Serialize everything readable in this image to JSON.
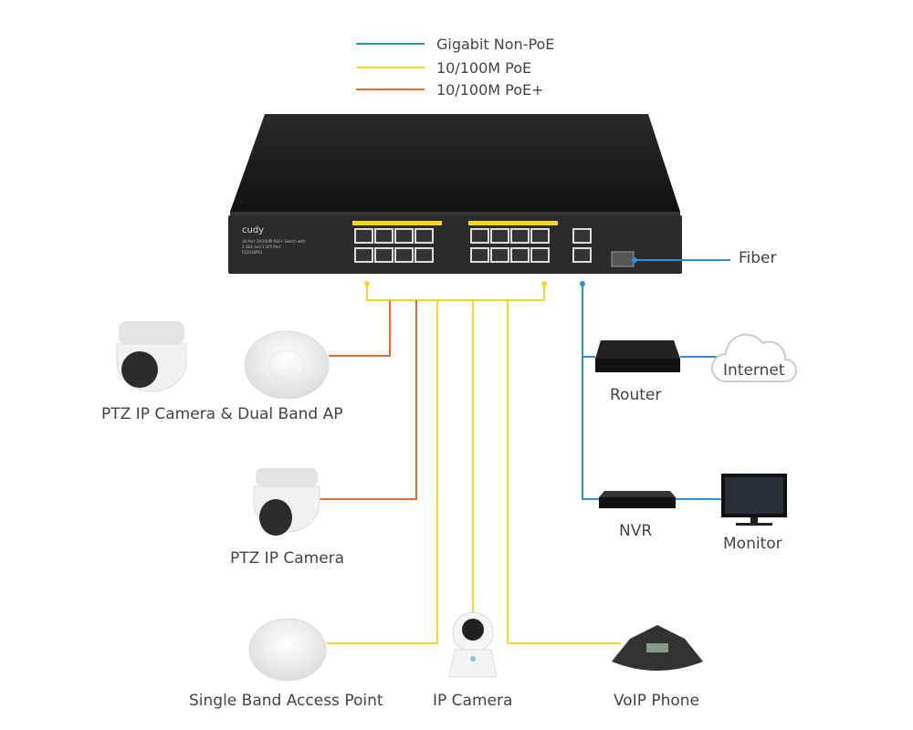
{
  "colors": {
    "gigabit_non_poe": "#2b8fe0",
    "poe": "#f6d822",
    "poe_plus": "#ee6a2b"
  },
  "legend": [
    {
      "label": "Gigabit Non-PoE",
      "color": "#2b8fe0"
    },
    {
      "label": "10/100M PoE",
      "color": "#f6d822"
    },
    {
      "label": "10/100M PoE+",
      "color": "#ee6a2b"
    }
  ],
  "switch": {
    "logo": "cudy",
    "description_line1": "16-Port 10/100M PoE+ Switch with",
    "description_line2": "2 GbE and 1 SFP Port",
    "model": "FS1018PS1"
  },
  "devices": {
    "fiber": "Fiber",
    "router": "Router",
    "internet": "Internet",
    "nvr": "NVR",
    "monitor": "Monitor",
    "ptz_ap": "PTZ IP Camera & Dual Band AP",
    "ptz": "PTZ IP Camera",
    "single_ap": "Single Band Access Point",
    "ip_camera": "IP Camera",
    "voip": "VoIP Phone"
  }
}
